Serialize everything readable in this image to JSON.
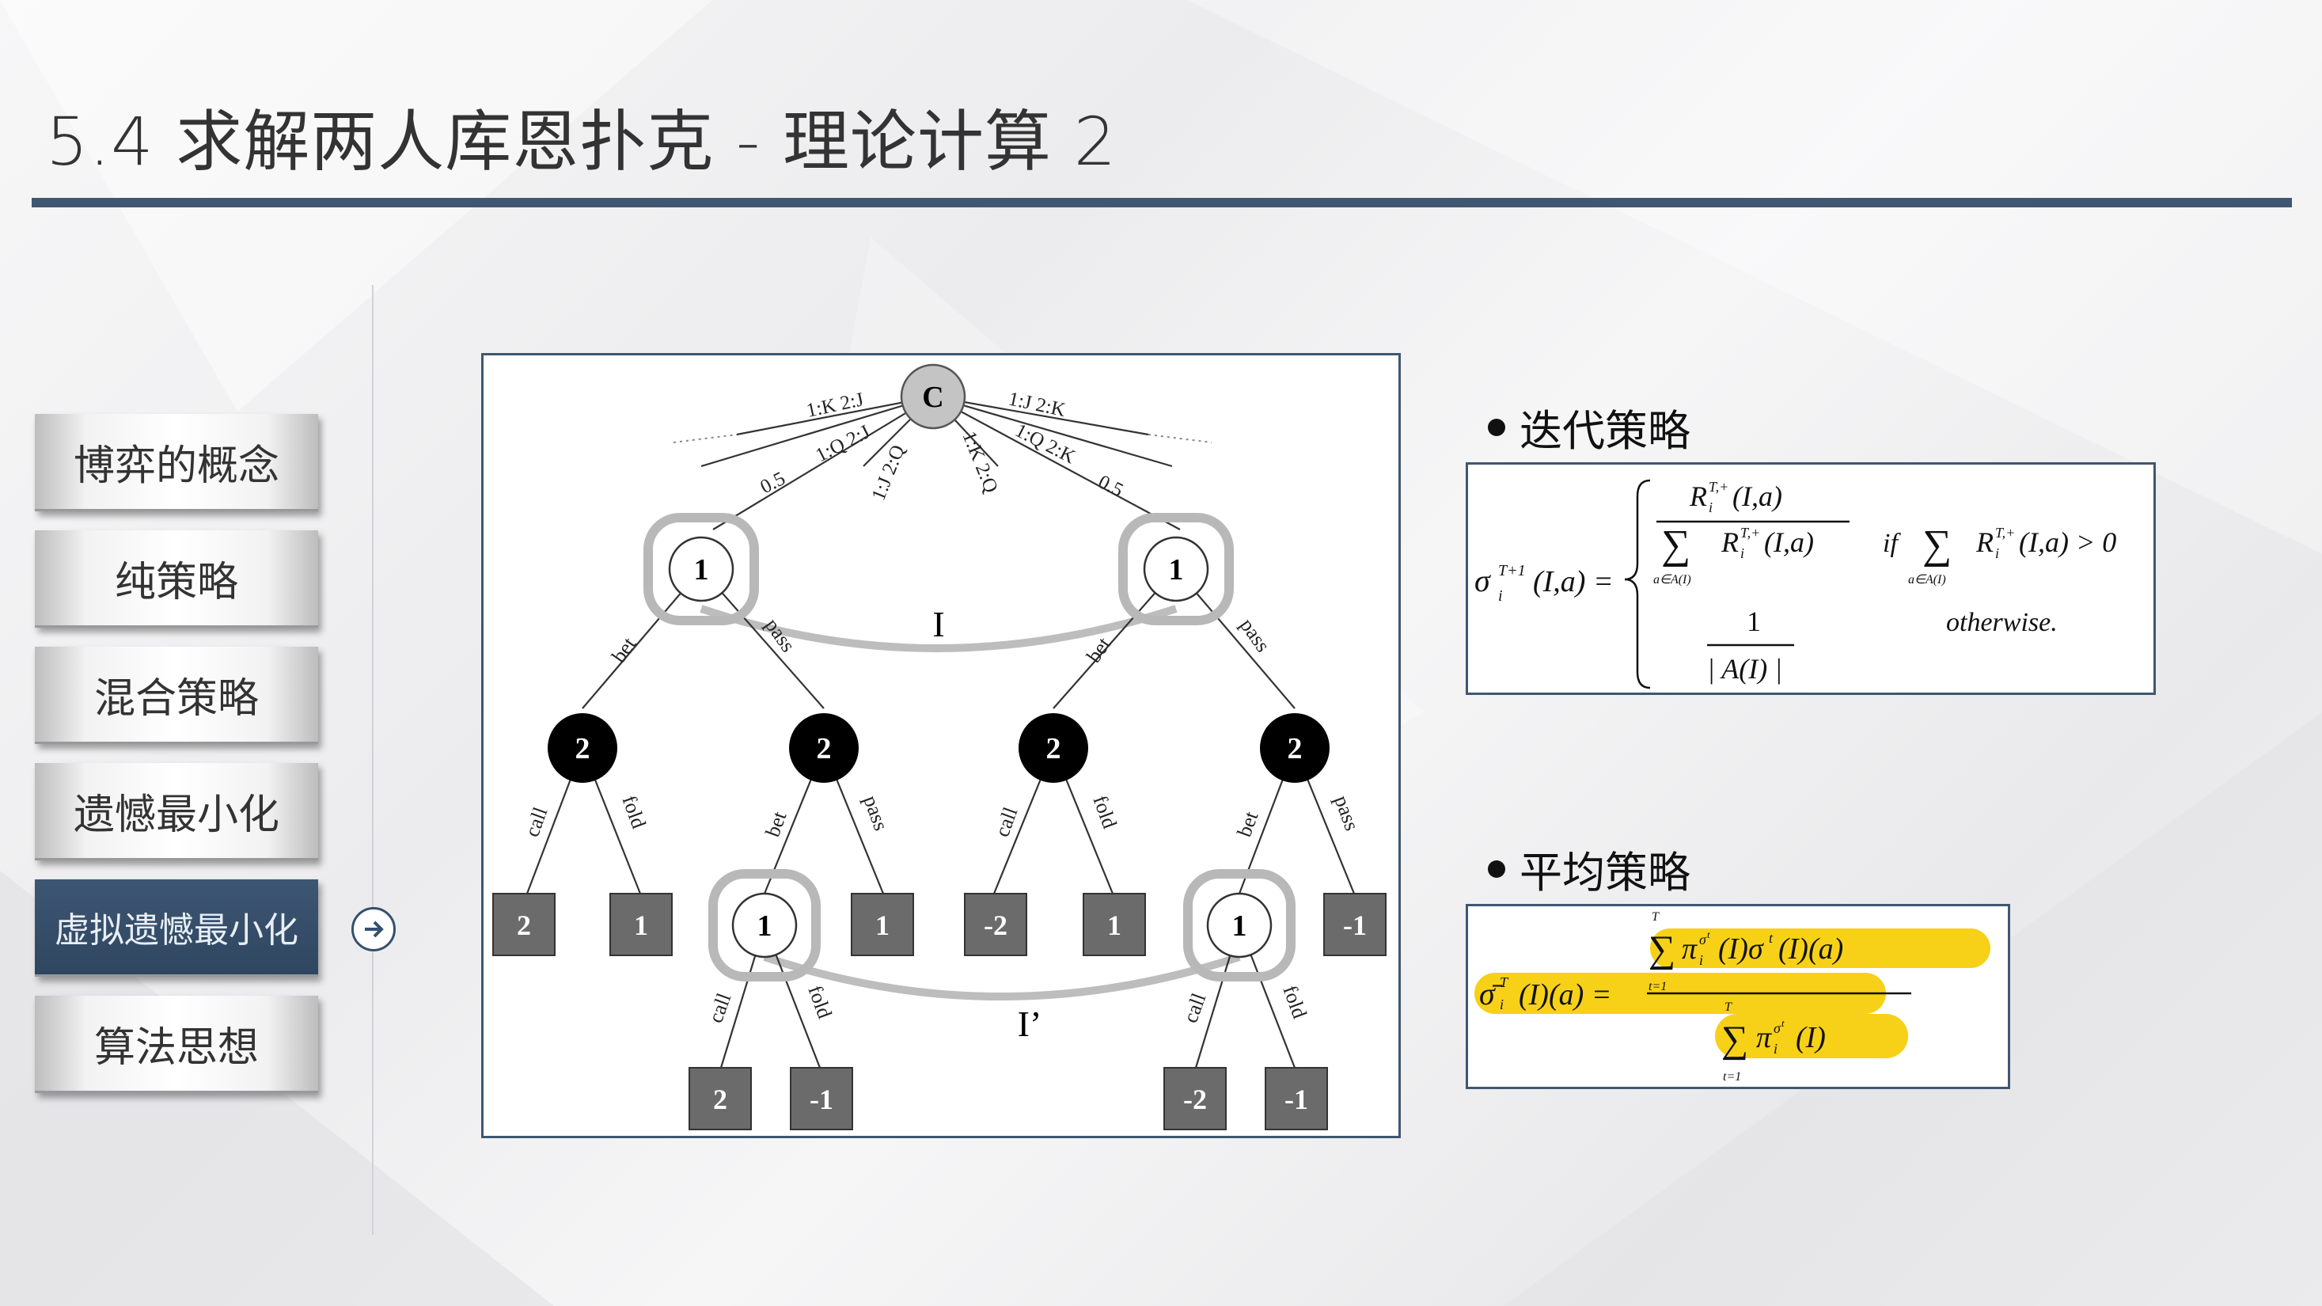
{
  "slide": {
    "title": "5.4 求解两人库恩扑克 - 理论计算 2"
  },
  "nav": {
    "items": [
      {
        "label": "博弈的概念",
        "active": false
      },
      {
        "label": "纯策略",
        "active": false
      },
      {
        "label": "混合策略",
        "active": false
      },
      {
        "label": "遗憾最小化",
        "active": false
      },
      {
        "label": "虚拟遗憾最小化",
        "active": true
      },
      {
        "label": "算法思想",
        "active": false
      }
    ],
    "arrow_icon": "arrow-right-circle-icon"
  },
  "tree": {
    "chance_label": "C",
    "deal_labels": {
      "left_outer": "1:K 2:J",
      "left_inner": "1:Q 2:J",
      "mid_left": "1:J 2:Q",
      "mid_right": "1:K 2:Q",
      "right_inner": "1:Q 2:K",
      "right_outer": "1:J 2:K"
    },
    "prob_left": "0.5",
    "prob_right": "0.5",
    "player1_label": "1",
    "player2_label": "2",
    "info_set_I": "I",
    "info_set_I_prime": "I’",
    "actions": {
      "bet": "bet",
      "pass": "pass",
      "call": "call",
      "fold": "fold"
    },
    "leaves_row1": [
      "2",
      "1",
      "1",
      "-2",
      "1",
      "-1"
    ],
    "leaves_row2": [
      "2",
      "-1",
      "-2",
      "-1"
    ]
  },
  "iterative_strategy": {
    "heading": "迭代策略",
    "otherwise": "otherwise.",
    "if_word": "if"
  },
  "average_strategy": {
    "heading": "平均策略",
    "highlight_color": "#f7d117"
  },
  "colors": {
    "title_rule": "#3f5770",
    "nav_active": "#3d5673",
    "chance_node": "#c4c4c4",
    "player2_node": "#000000",
    "leaf_box": "#6b6b6b",
    "info_set_ring": "#b8b8b8"
  }
}
